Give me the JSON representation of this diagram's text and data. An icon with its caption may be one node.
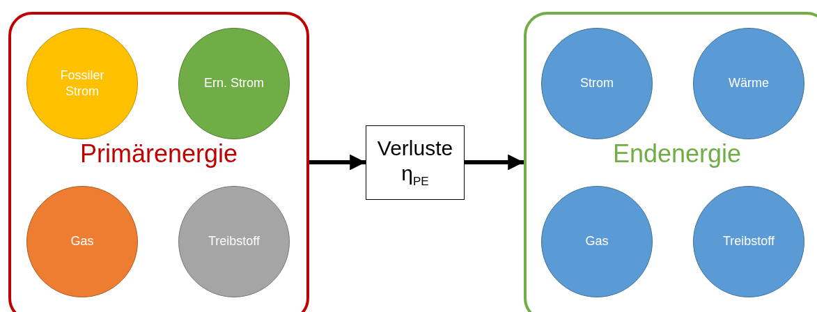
{
  "diagram": {
    "nodes": [
      {
        "text": [
          "Primärenergie"
        ]
      },
      {
        "text": [
          "Fossiler Strom"
        ],
        "in": 0
      },
      {
        "text": [
          "Ern. Strom"
        ],
        "in": 0
      },
      {
        "text": [
          "Gas"
        ],
        "in": 0
      },
      {
        "text": [
          "Treibstoff"
        ],
        "in": 0
      },
      {
        "text": [
          "Verluste η$_{PE}$"
        ]
      },
      {
        "text": [
          "Endenergie"
        ]
      },
      {
        "text": [
          "Strom"
        ],
        "in": 6
      },
      {
        "text": [
          "Wärme"
        ],
        "in": 6
      },
      {
        "text": [
          "Gas"
        ],
        "in": 6
      },
      {
        "text": [
          "Treibstoff"
        ],
        "in": 6
      }
    ],
    "edges": [
      {
        "from": 0,
        "to": 5,
        "arrow": "to"
      },
      {
        "from": 5,
        "to": 6,
        "arrow": "to"
      }
    ]
  }
}
